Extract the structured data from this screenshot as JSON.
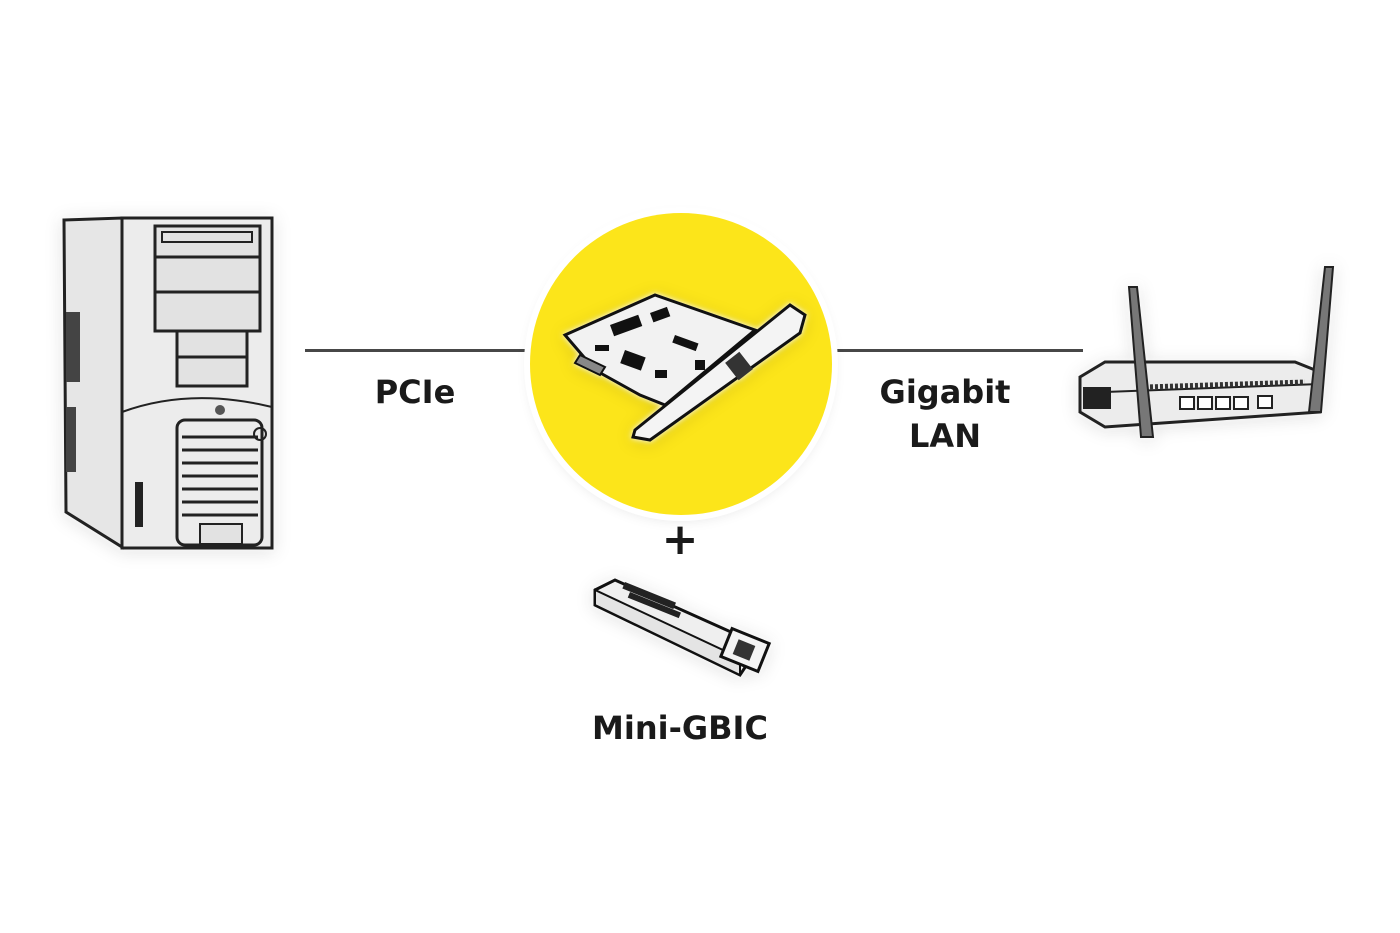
{
  "diagram": {
    "nodes": {
      "computer": {
        "label": "PC Tower",
        "icon": "desktop-tower-icon"
      },
      "card": {
        "label": "PCIe network card",
        "icon": "pcie-network-card-icon"
      },
      "router": {
        "label": "Router",
        "icon": "wireless-router-icon"
      },
      "module": {
        "label": "Mini-GBIC",
        "icon": "sfp-module-icon"
      }
    },
    "edges": {
      "left_label": "PCIe",
      "right_label_line1": "Gigabit",
      "right_label_line2": "LAN"
    },
    "plus_symbol": "+",
    "module_label": "Mini-GBIC"
  },
  "colors": {
    "accent_yellow": "#FCE51A",
    "line": "#474747",
    "text": "#1a1a1a"
  }
}
